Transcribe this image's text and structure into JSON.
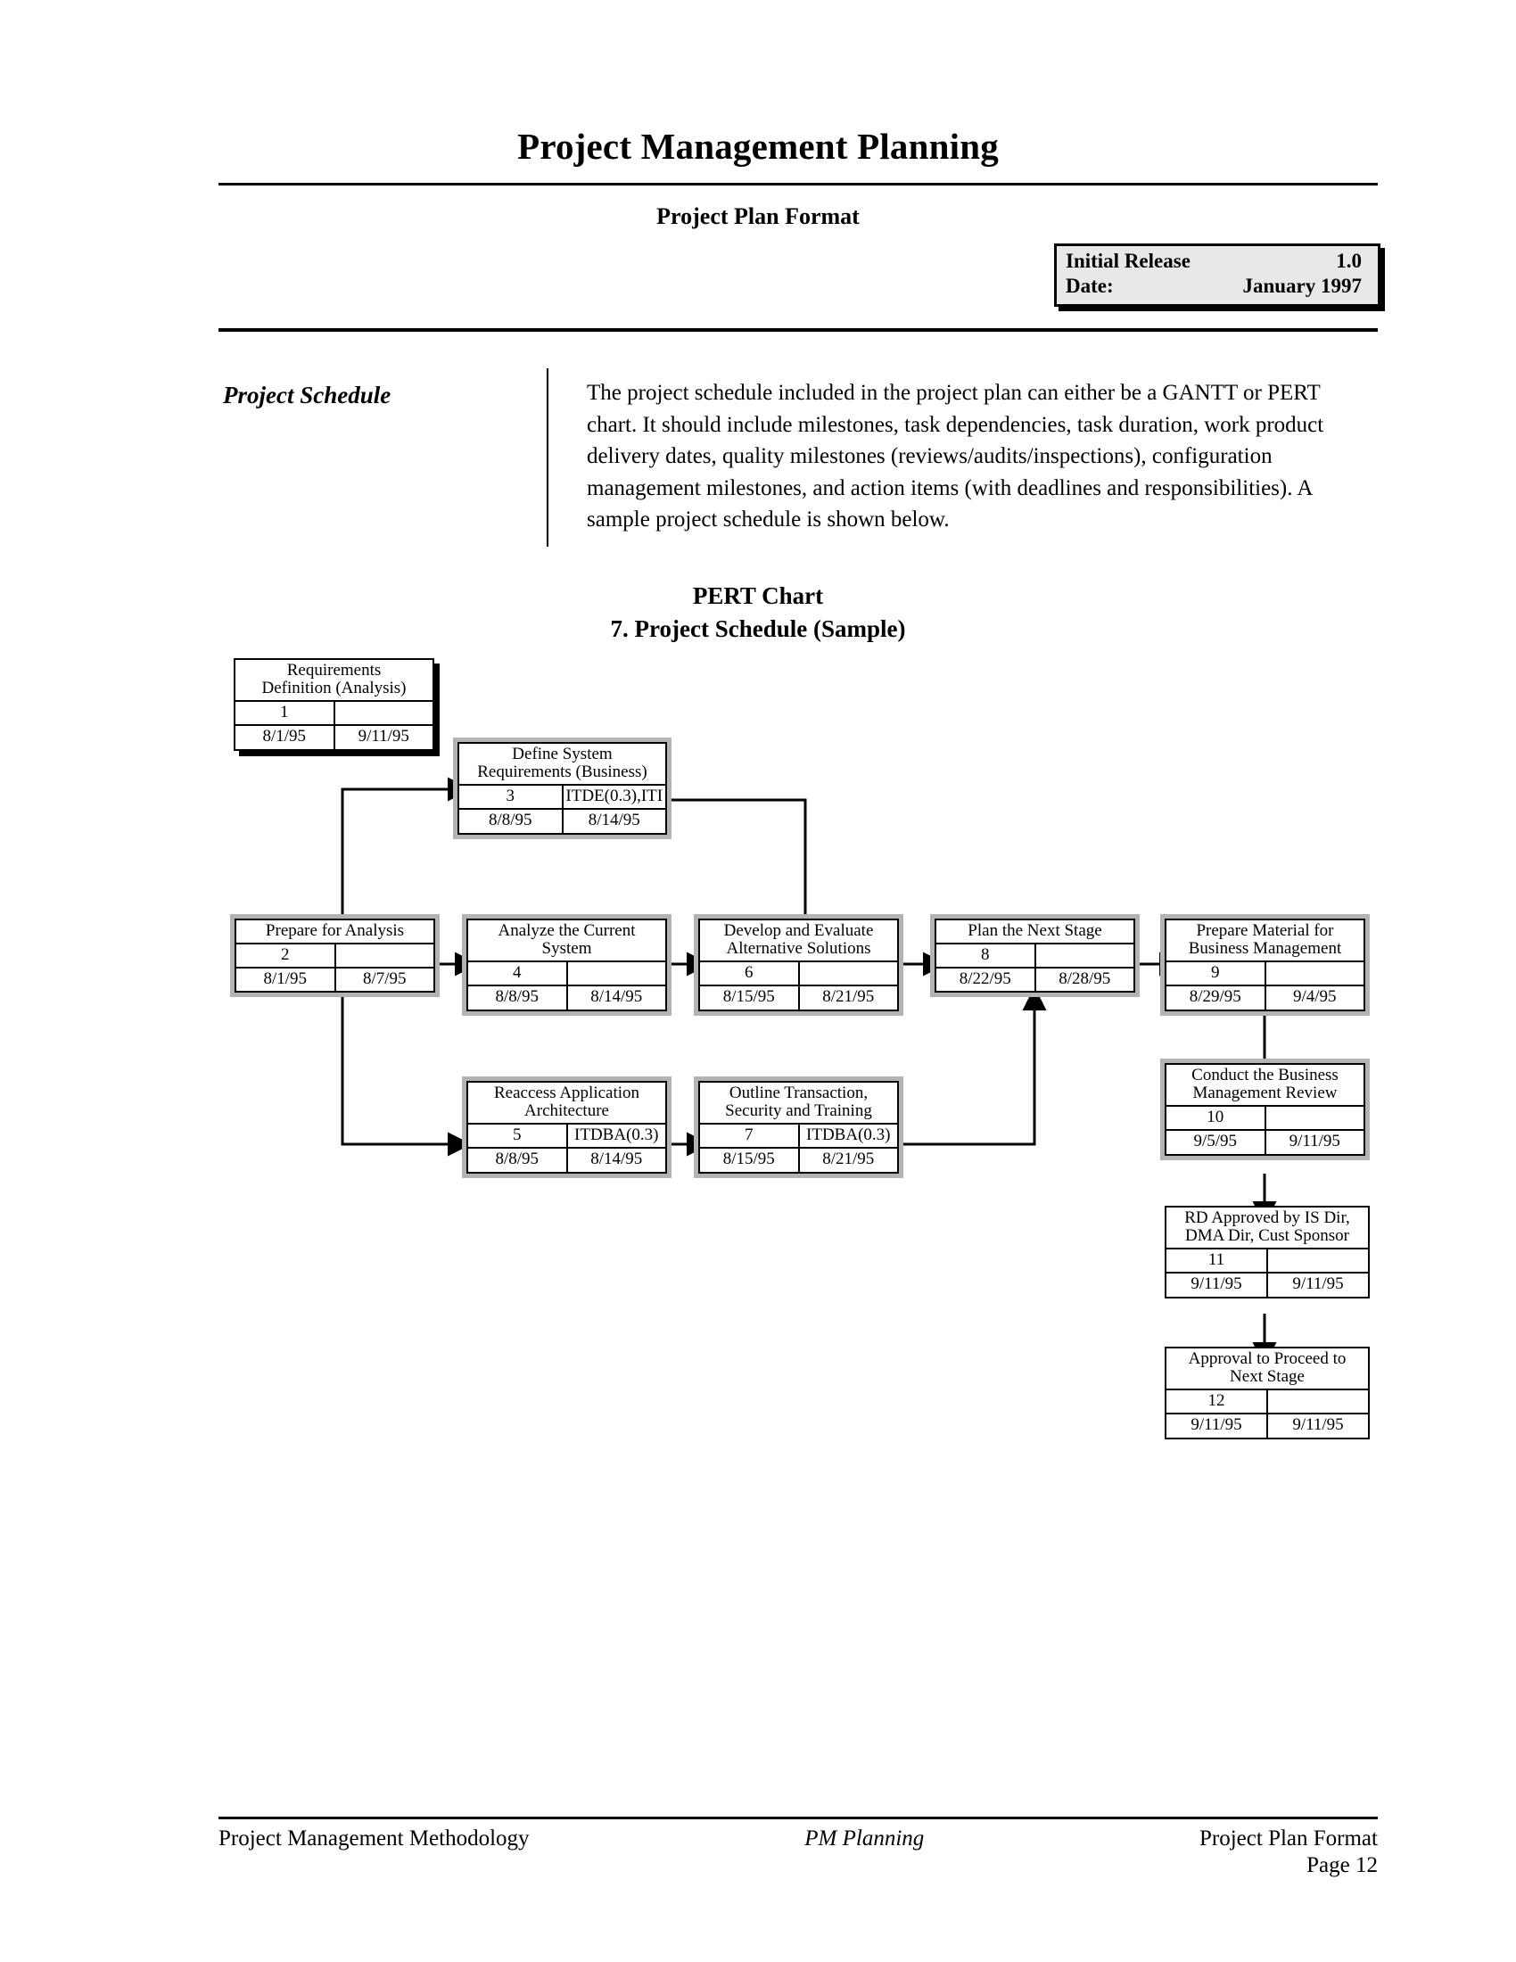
{
  "header": {
    "title": "Project Management Planning",
    "subtitle": "Project Plan Format",
    "release": {
      "label": "Initial Release",
      "version": "1.0",
      "date_label": "Date:",
      "date_value": "January 1997"
    }
  },
  "body": {
    "sidebar_label": "Project Schedule",
    "paragraph": "The project schedule included in the project plan can either be a GANTT or PERT chart.  It should include milestones, task dependencies, task duration, work product delivery dates, quality milestones (reviews/audits/inspections), configuration management milestones, and action items (with deadlines and responsibilities). A sample project schedule is shown below."
  },
  "chart_data": {
    "type": "diagram",
    "title": "PERT Chart",
    "subtitle": "7. Project Schedule (Sample)",
    "nodes": [
      {
        "id": 1,
        "name": "Requirements\nDefinition (Analysis)",
        "num": "1",
        "resource": "",
        "start": "8/1/95",
        "end": "9/11/95"
      },
      {
        "id": 2,
        "name": "Prepare for Analysis",
        "num": "2",
        "resource": "",
        "start": "8/1/95",
        "end": "8/7/95"
      },
      {
        "id": 3,
        "name": "Define System\nRequirements (Business)",
        "num": "3",
        "resource": "ITDE(0.3),ITI",
        "start": "8/8/95",
        "end": "8/14/95"
      },
      {
        "id": 4,
        "name": "Analyze the Current\nSystem",
        "num": "4",
        "resource": "",
        "start": "8/8/95",
        "end": "8/14/95"
      },
      {
        "id": 5,
        "name": "Reaccess Application\nArchitecture",
        "num": "5",
        "resource": "ITDBA(0.3)",
        "start": "8/8/95",
        "end": "8/14/95"
      },
      {
        "id": 6,
        "name": "Develop and Evaluate\nAlternative Solutions",
        "num": "6",
        "resource": "",
        "start": "8/15/95",
        "end": "8/21/95"
      },
      {
        "id": 7,
        "name": "Outline Transaction,\nSecurity and Training",
        "num": "7",
        "resource": "ITDBA(0.3)",
        "start": "8/15/95",
        "end": "8/21/95"
      },
      {
        "id": 8,
        "name": "Plan the Next Stage",
        "num": "8",
        "resource": "",
        "start": "8/22/95",
        "end": "8/28/95"
      },
      {
        "id": 9,
        "name": "Prepare Material for\nBusiness Management",
        "num": "9",
        "resource": "",
        "start": "8/29/95",
        "end": "9/4/95"
      },
      {
        "id": 10,
        "name": "Conduct the Business\nManagement Review",
        "num": "10",
        "resource": "",
        "start": "9/5/95",
        "end": "9/11/95"
      },
      {
        "id": 11,
        "name": "RD Approved by IS Dir,\nDMA Dir, Cust Sponsor",
        "num": "11",
        "resource": "",
        "start": "9/11/95",
        "end": "9/11/95"
      },
      {
        "id": 12,
        "name": "Approval to Proceed to\nNext Stage",
        "num": "12",
        "resource": "",
        "start": "9/11/95",
        "end": "9/11/95"
      }
    ],
    "edges": [
      {
        "from": 2,
        "to": 3
      },
      {
        "from": 2,
        "to": 4
      },
      {
        "from": 2,
        "to": 5
      },
      {
        "from": 3,
        "to": 6
      },
      {
        "from": 4,
        "to": 6
      },
      {
        "from": 5,
        "to": 7
      },
      {
        "from": 6,
        "to": 8
      },
      {
        "from": 7,
        "to": 8
      },
      {
        "from": 8,
        "to": 9
      },
      {
        "from": 9,
        "to": 10
      },
      {
        "from": 10,
        "to": 11
      },
      {
        "from": 11,
        "to": 12
      }
    ]
  },
  "footer": {
    "left": "Project Management Methodology",
    "center": "PM Planning",
    "right": "Project Plan Format",
    "page": "Page 12"
  }
}
